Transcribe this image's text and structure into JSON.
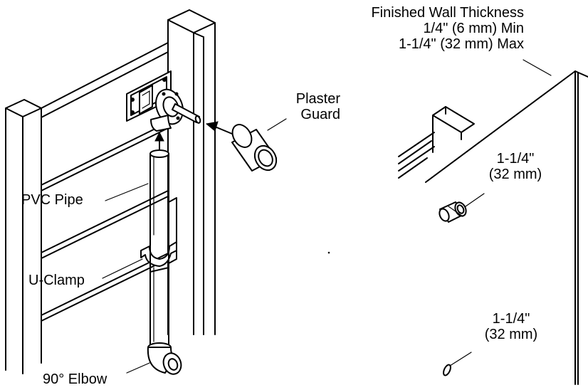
{
  "labels": {
    "plaster_guard": [
      "Plaster",
      "Guard"
    ],
    "pvc_pipe": "PVC Pipe",
    "u_clamp": "U-Clamp",
    "elbow": "90° Elbow",
    "wall_thickness": [
      "Finished Wall Thickness",
      "1/4\" (6 mm) Min",
      "1-1/4\" (32 mm) Max"
    ],
    "dim_upper": [
      "1-1/4\"",
      "(32 mm)"
    ],
    "dim_lower": [
      "1-1/4\"",
      "(32 mm)"
    ]
  }
}
